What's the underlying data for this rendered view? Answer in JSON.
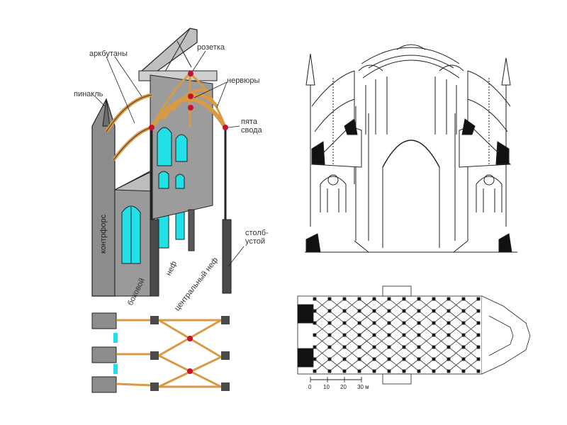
{
  "labels": {
    "flying_buttresses": "аркбутаны",
    "rosette": "розетка",
    "ribs": "нервюры",
    "pinnacle": "пинакль",
    "vault_springing": "пята\nсвода",
    "pier": "столб-\nустой",
    "buttress": "контрфорс",
    "side_aisle": "боковой",
    "nave_partial": "неф",
    "central_nave": "центральный неф"
  },
  "plan_scale": {
    "ticks": [
      "0",
      "10",
      "20",
      "30 м"
    ]
  },
  "colors": {
    "glass": "#21e0e8",
    "stone": "#8c8c8c",
    "stone_dark": "#4a4a4a",
    "rib": "#d79a45",
    "node": "#c8102e",
    "line": "#222222"
  }
}
